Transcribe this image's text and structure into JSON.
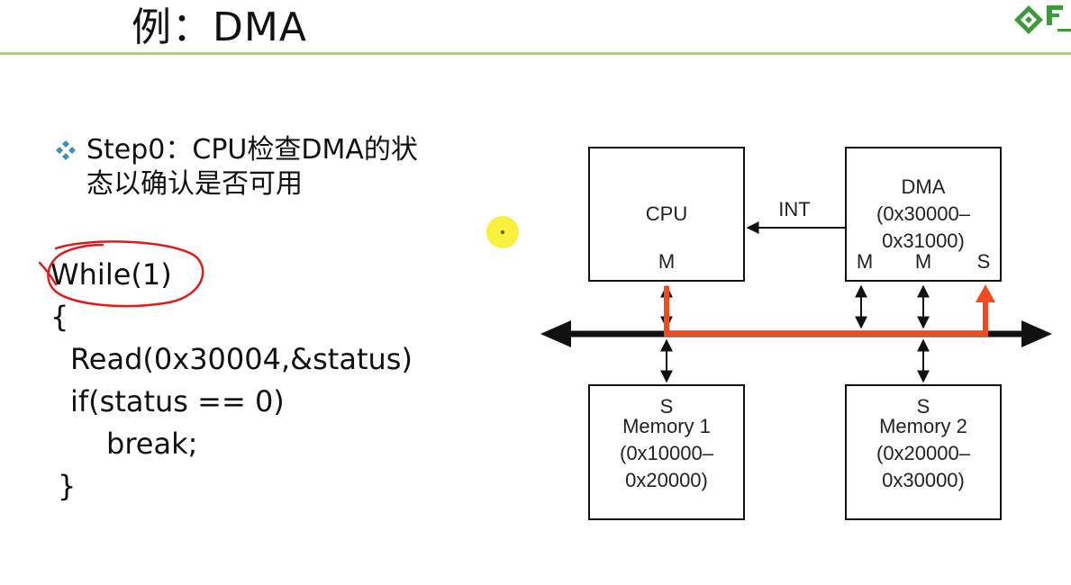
{
  "slide": {
    "title": "例：DMA",
    "bullet": {
      "icon": "diamond-bullet-icon",
      "line1": "Step0：CPU检查DMA的状",
      "line2": "态以确认是否可用"
    },
    "code": [
      "While(1)",
      "{",
      "Read(0x30004,&status)",
      "if(status == 0)",
      "break;",
      "}"
    ],
    "logo_icon": "green-diamond-logo-icon",
    "colors": {
      "title_rule": "#b5cc8e",
      "highlight_path": "#f24a1f",
      "ink_circle": "#e11a1a",
      "cursor": "#f8ee28"
    }
  },
  "diagram": {
    "cpu": {
      "name": "CPU",
      "port": "M"
    },
    "dma": {
      "name": "DMA",
      "range1": "(0x30000–",
      "range2": "0x31000)",
      "ports": [
        "M",
        "M",
        "S"
      ]
    },
    "int_label": "INT",
    "memory1": {
      "port": "S",
      "name": "Memory 1",
      "range1": "(0x10000–",
      "range2": "0x20000)"
    },
    "memory2": {
      "port": "S",
      "name": "Memory 2",
      "range1": "(0x20000–",
      "range2": "0x30000)"
    }
  }
}
